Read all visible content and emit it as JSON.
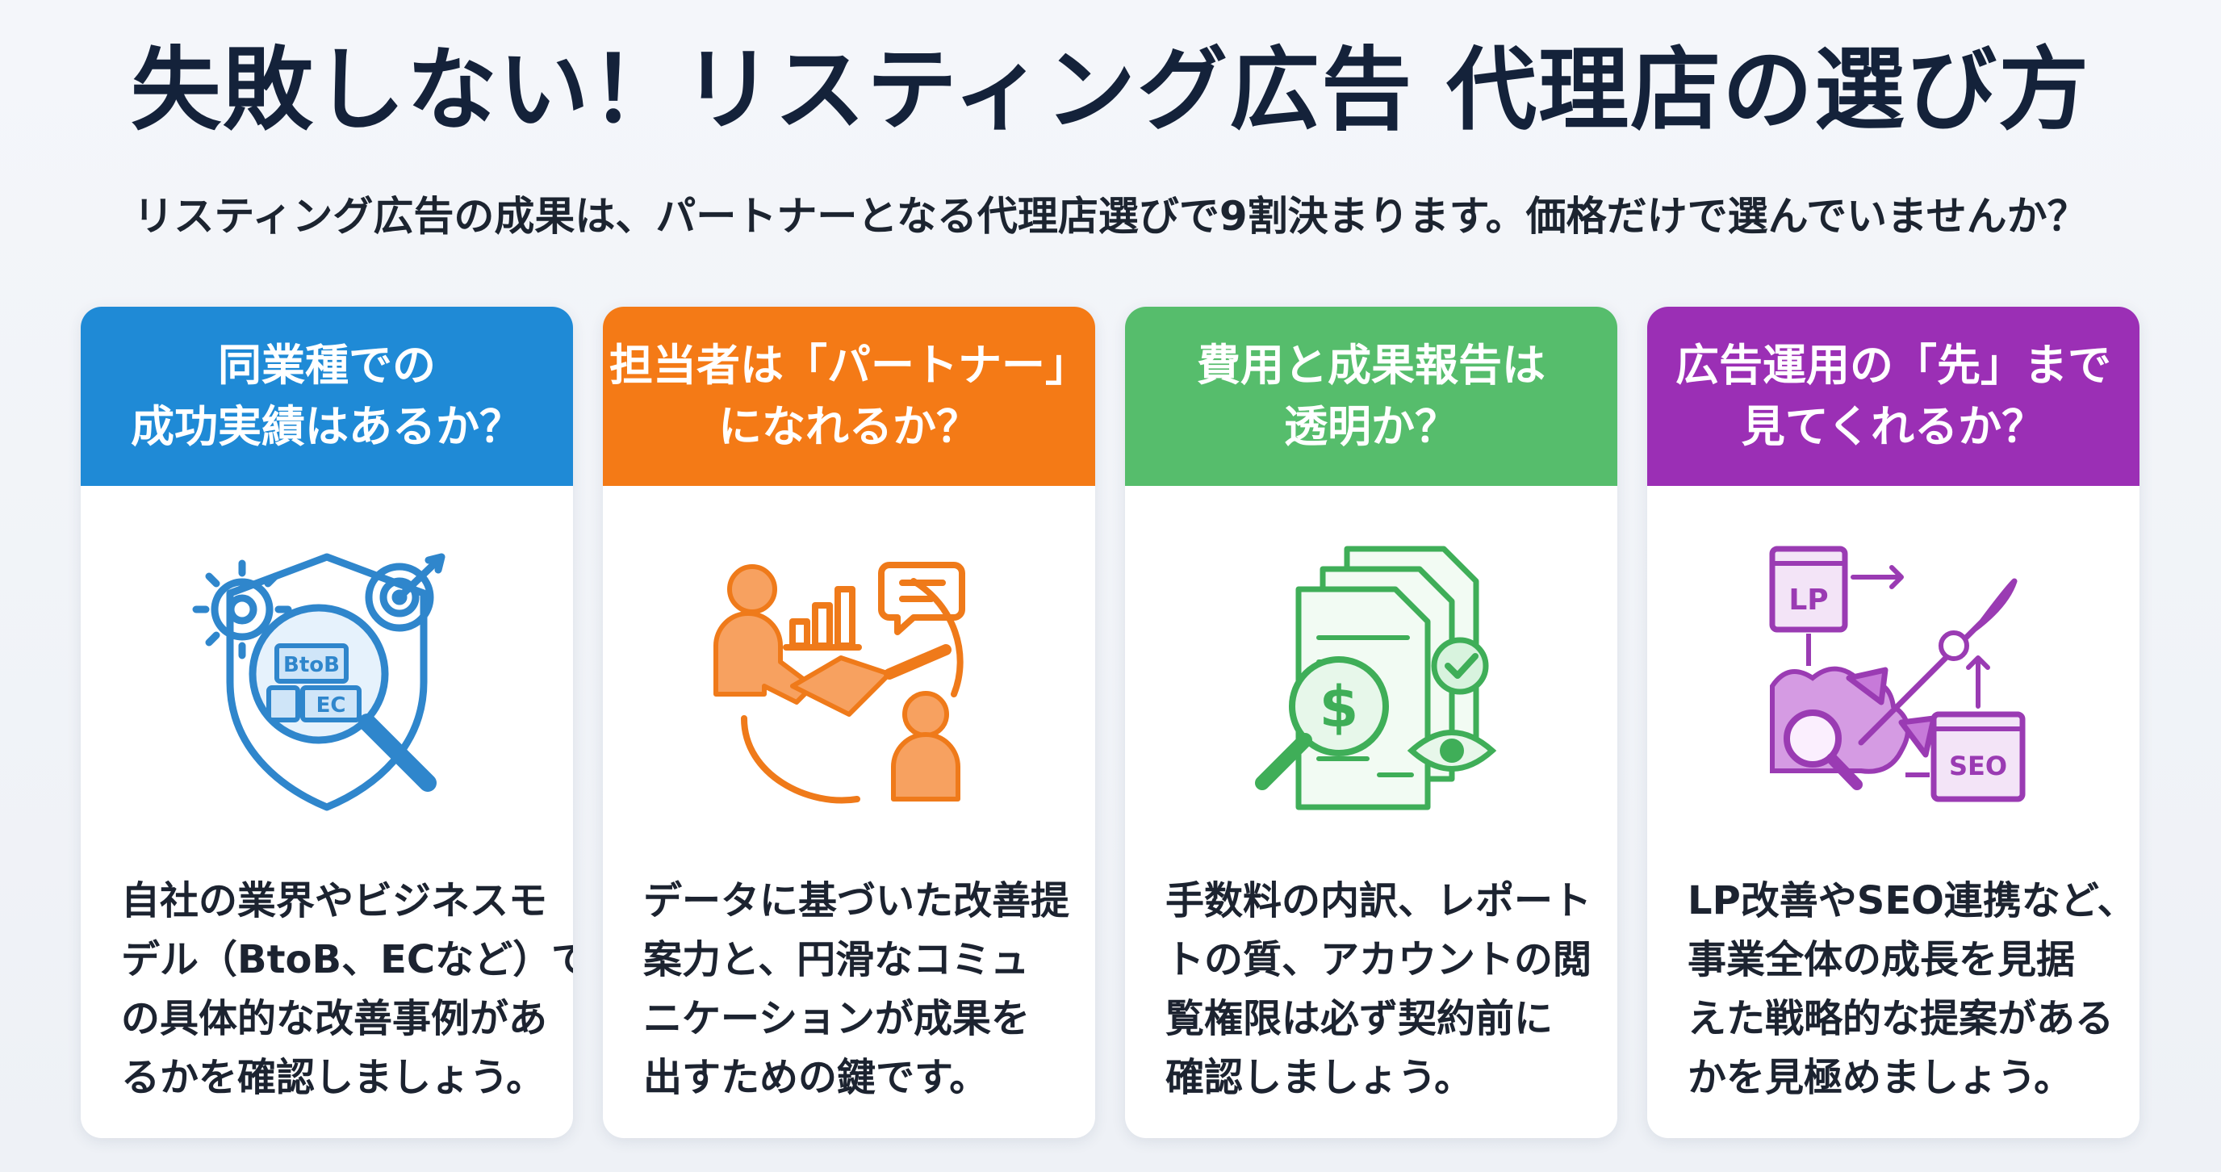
{
  "title": "失敗しない！リスティング広告 代理店の選び方",
  "subtitle": "リスティング広告の成果は、パートナーとなる代理店選びで9割決まります。価格だけで選んでいませんか？",
  "colors": {
    "blue": "#1f8ad6",
    "orange": "#f47a16",
    "green": "#56bd6c",
    "purple": "#9b2fb5"
  },
  "cards": [
    {
      "heading_line1": "同業種での",
      "heading_line2": "成功実績はあるか？",
      "icon": "shield-gear-target-magnifier-icon",
      "icon_labels": {
        "a": "BtoB",
        "b": "EC"
      },
      "body": [
        "自社の業界やビジネスモ",
        "デル（BtoB、ECなど）で",
        "の具体的な改善事例があ",
        "るかを確認しましょう。"
      ]
    },
    {
      "heading_line1": "担当者は「パートナー」",
      "heading_line2": "になれるか？",
      "icon": "handshake-people-chart-chat-icon",
      "body": [
        "データに基づいた改善提",
        "案力と、円滑なコミュ",
        "ニケーションが成果を",
        "出すための鍵です。"
      ]
    },
    {
      "heading_line1": "費用と成果報告は",
      "heading_line2": "透明か？",
      "icon": "documents-dollar-magnifier-eye-icon",
      "body": [
        "手数料の内訳、レポート",
        "トの質、アカウントの閲",
        "覧権限は必ず契約前に",
        "確認しましょう。"
      ]
    },
    {
      "heading_line1": "広告運用の「先」まで",
      "heading_line2": "見てくれるか？",
      "icon": "rocket-lp-seo-icon",
      "icon_labels": {
        "a": "LP",
        "b": "SEO"
      },
      "body": [
        "LP改善やSEO連携など、",
        "事業全体の成長を見据",
        "えた戦略的な提案がある",
        "かを見極めましょう。"
      ]
    }
  ]
}
